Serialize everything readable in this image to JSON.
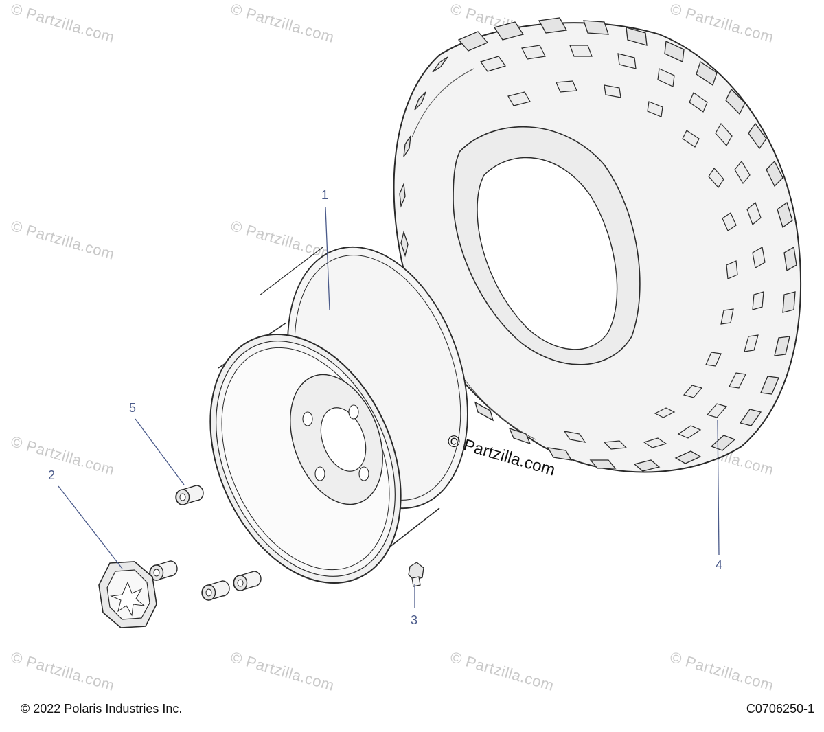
{
  "watermark": {
    "text": "© Partzilla.com"
  },
  "center_watermark": "© Partzilla.com",
  "callouts": {
    "c1": "1",
    "c2": "2",
    "c3": "3",
    "c4": "4",
    "c5": "5"
  },
  "footer": {
    "copyright": "© 2022 Polaris Industries Inc.",
    "code": "C0706250-1"
  },
  "colors": {
    "line": "#2a2a2a",
    "callout": "#4a5a8a",
    "watermark": "#c9c9c9",
    "fill": "#f2f2f2"
  },
  "icons": [
    "tire-icon",
    "rim-icon",
    "hub-cap-icon",
    "lug-nut-icon",
    "valve-stem-icon"
  ]
}
